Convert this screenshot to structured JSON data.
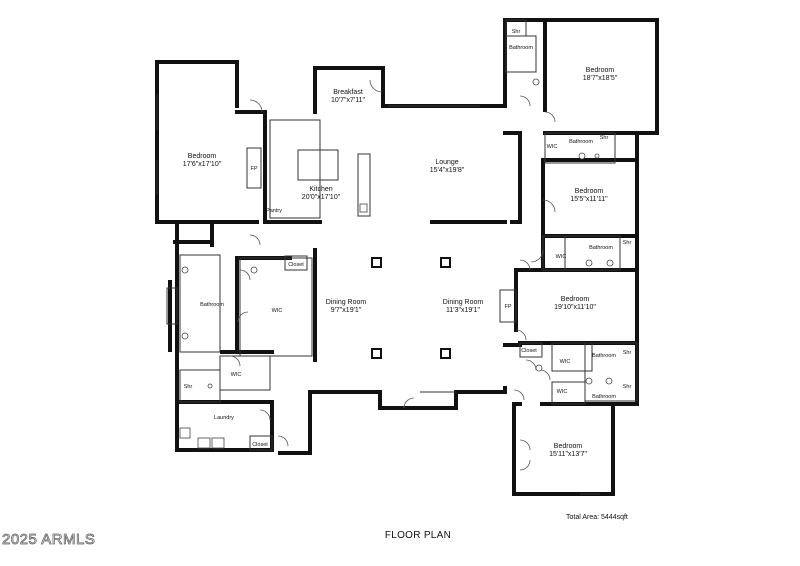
{
  "title": "FLOOR PLAN",
  "total_area": "Total Area: 5444sqft",
  "watermark": "2025 ARMLS",
  "rooms": [
    {
      "id": "breakfast",
      "name": "Breakfast",
      "dim": "10'7\"x7'11\""
    },
    {
      "id": "bedroom_nw",
      "name": "Bedroom",
      "dim": "17'6\"x17'10\""
    },
    {
      "id": "kitchen",
      "name": "Kitchen",
      "dim": "20'0\"x17'10\""
    },
    {
      "id": "lounge",
      "name": "Lounge",
      "dim": "15'4\"x19'8\""
    },
    {
      "id": "bedroom_ne",
      "name": "Bedroom",
      "dim": "18'7\"x18'5\""
    },
    {
      "id": "bedroom_e1",
      "name": "Bedroom",
      "dim": "15'5\"x11'11\""
    },
    {
      "id": "dining_w",
      "name": "Dining Room",
      "dim": "9'7\"x19'1\""
    },
    {
      "id": "dining_e",
      "name": "Dining Room",
      "dim": "11'3\"x19'1\""
    },
    {
      "id": "bedroom_e2",
      "name": "Bedroom",
      "dim": "19'10\"x11'10\""
    },
    {
      "id": "bedroom_se",
      "name": "Bedroom",
      "dim": "15'11\"x13'7\""
    }
  ],
  "labels": {
    "fp": "FP",
    "pantry": "Pantry",
    "closet": "Closet",
    "wic": "WIC",
    "shr": "Shr",
    "bathroom": "Bathroom",
    "laundry": "Laundry"
  }
}
